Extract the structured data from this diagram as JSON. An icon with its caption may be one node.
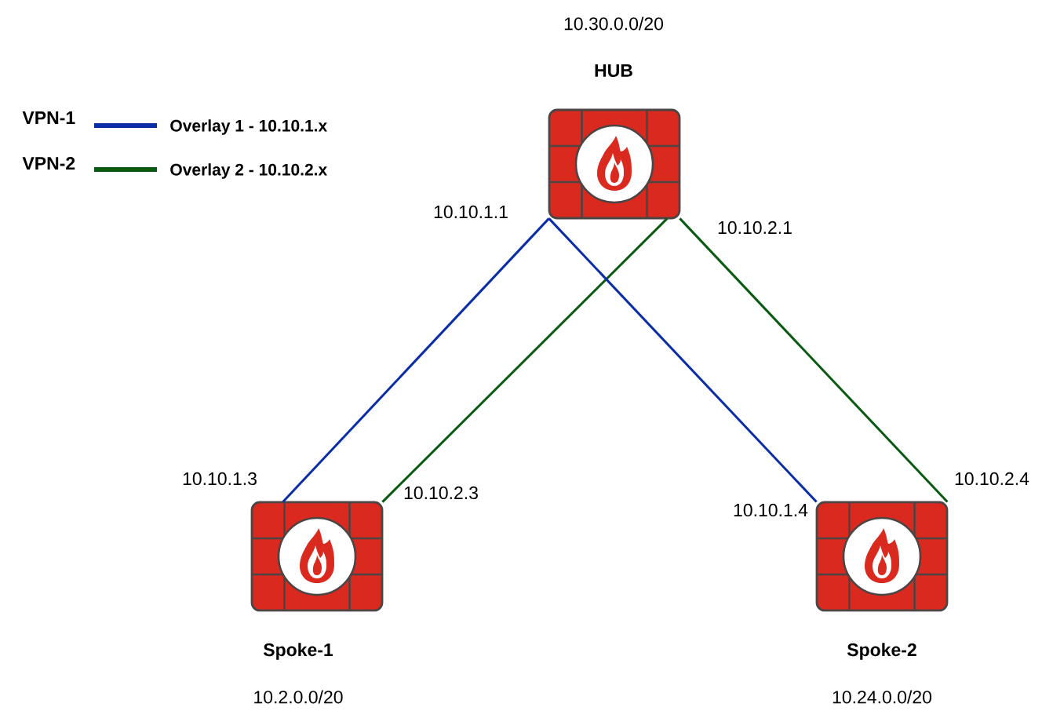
{
  "diagram": {
    "nodes": [
      {
        "text": [
          "HUB"
        ]
      },
      {
        "text": [
          "Spoke-1"
        ]
      },
      {
        "text": [
          "Spoke-2"
        ]
      }
    ],
    "edges": [
      {
        "from": 0,
        "to": 1,
        "arrow": "none",
        "color": "#0b2da8"
      },
      {
        "from": 0,
        "to": 1,
        "arrow": "none",
        "color": "#0b5a12"
      },
      {
        "from": 0,
        "to": 2,
        "arrow": "none",
        "color": "#0b2da8"
      },
      {
        "from": 0,
        "to": 2,
        "arrow": "none",
        "color": "#0b5a12"
      }
    ],
    "labels": [
      "10.30.0.0/20",
      "VPN-1",
      "VPN-2",
      "10.10.1.1",
      "10.10.2.1",
      "10.10.1.3",
      "10.10.2.4",
      "10.10.2.3",
      "10.10.1.4",
      "10.2.0.0/20",
      "10.24.0.0/20"
    ],
    "legend": [
      {
        "text": "Overlay 1 - 10.10.1.x"
      },
      {
        "text": "Overlay 2 - 10.10.2.x"
      }
    ]
  }
}
